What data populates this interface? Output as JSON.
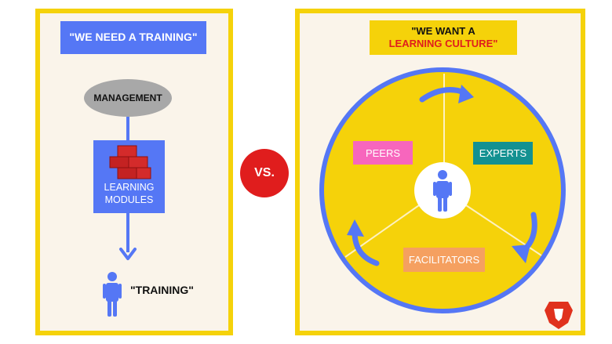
{
  "left": {
    "title": "\"WE NEED A TRAINING\"",
    "management": "MANAGEMENT",
    "modules_line1": "LEARNING",
    "modules_line2": "MODULES",
    "training": "\"TRAINING\""
  },
  "vs": "VS.",
  "right": {
    "title_line1": "\"WE WANT A",
    "title_line2": "LEARNING CULTURE\"",
    "peers": "PEERS",
    "experts": "EXPERTS",
    "facilitators": "FACILITATORS"
  },
  "colors": {
    "panel_border": "#f5d20a",
    "panel_bg": "#faf4ea",
    "blue": "#5577f5",
    "red": "#e01d1d",
    "pink": "#f766bd",
    "teal": "#139191",
    "orange": "#f5a060",
    "gray": "#a8a8a8"
  },
  "icons": [
    "brick-stack-icon",
    "person-icon",
    "cycle-arrow-icon",
    "lion-logo-icon"
  ]
}
